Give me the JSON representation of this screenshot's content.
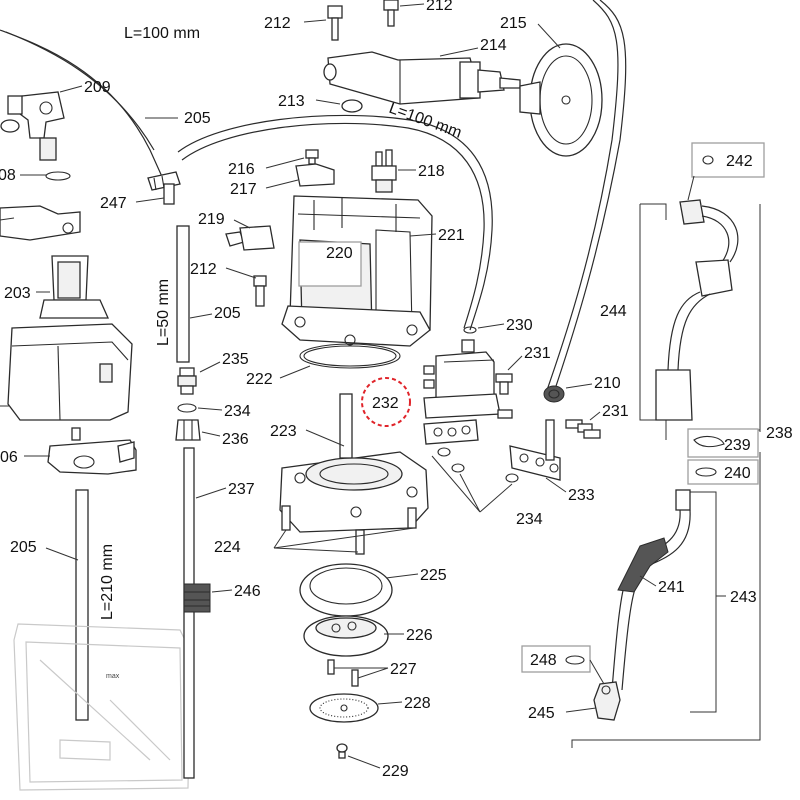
{
  "diagram": {
    "labels": {
      "p203": "203",
      "p205a": "205",
      "p205b": "205",
      "p205c": "205",
      "p206": "06",
      "p208": "08",
      "p209": "209",
      "p210": "210",
      "p212a": "212",
      "p212b": "212",
      "p212c": "212",
      "p213": "213",
      "p214": "214",
      "p215": "215",
      "p216": "216",
      "p217": "217",
      "p218": "218",
      "p219": "219",
      "p220": "220",
      "p221": "221",
      "p222": "222",
      "p223": "223",
      "p224": "224",
      "p225": "225",
      "p226": "226",
      "p227": "227",
      "p228": "228",
      "p229": "229",
      "p230": "230",
      "p231a": "231",
      "p231b": "231",
      "p232": "232",
      "p233": "233",
      "p234a": "234",
      "p234b": "234",
      "p235": "235",
      "p236": "236",
      "p237": "237",
      "p238": "238",
      "p239": "239",
      "p240": "240",
      "p241": "241",
      "p242": "242",
      "p243": "243",
      "p244": "244",
      "p245": "245",
      "p246": "246",
      "p247": "247",
      "p248": "248"
    },
    "dimensions": {
      "tube_top_left": "L=100 mm",
      "tube_top_mid": "L=100 mm",
      "tube_vertical_short": "L=50 mm",
      "tube_vertical_long": "L=210 mm"
    },
    "tank_marking": "max",
    "highlight_color": "#e0242a"
  }
}
